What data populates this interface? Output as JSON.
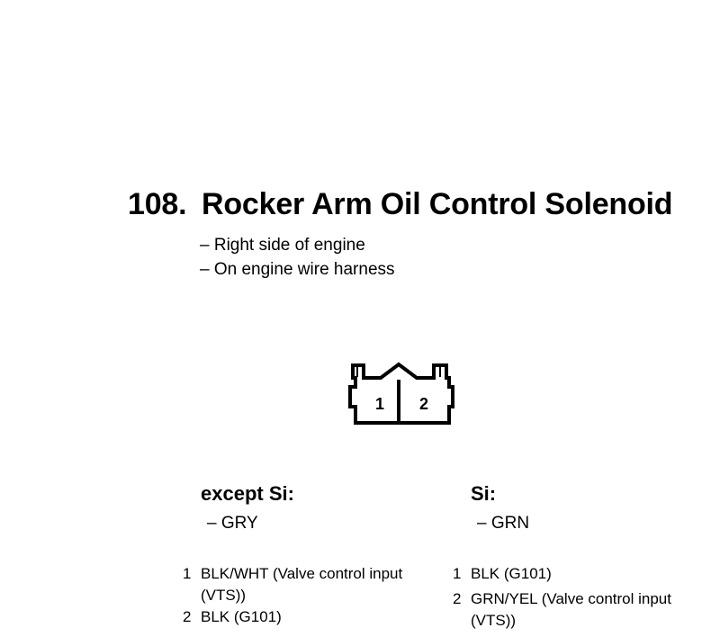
{
  "title": {
    "number": "108.",
    "text": "Rocker Arm Oil Control Solenoid"
  },
  "notes": [
    "– Right side of engine",
    "– On engine wire harness"
  ],
  "connector": {
    "pins": [
      "1",
      "2"
    ]
  },
  "variants": [
    {
      "heading": "except Si:",
      "color": "– GRY",
      "pins": [
        {
          "n": "1",
          "desc": "BLK/WHT (Valve control input (VTS))"
        },
        {
          "n": "2",
          "desc": "BLK (G101)"
        }
      ]
    },
    {
      "heading": "Si:",
      "color": "– GRN",
      "pins": [
        {
          "n": "1",
          "desc": "BLK (G101)"
        },
        {
          "n": "2",
          "desc": "GRN/YEL (Valve control input (VTS))"
        }
      ]
    }
  ]
}
